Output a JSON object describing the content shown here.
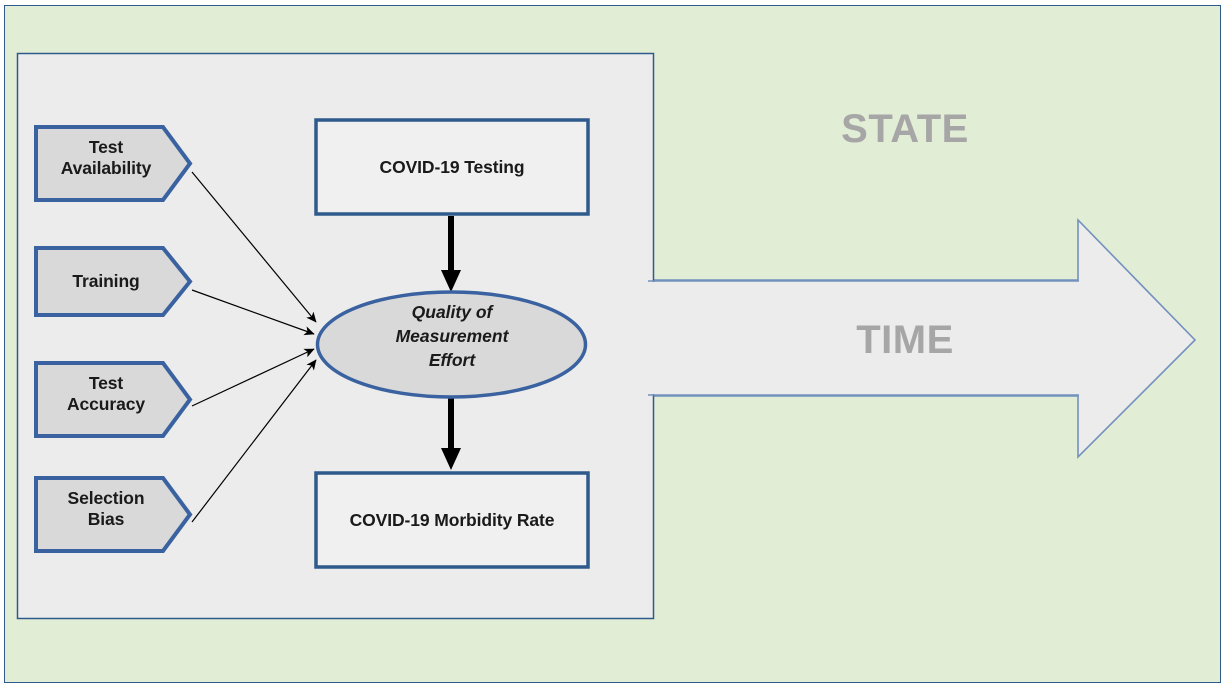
{
  "diagram": {
    "title_words": {
      "state": "STATE",
      "time": "TIME"
    },
    "colors": {
      "outer_background": "#e2edd6",
      "panel_background": "#ececec",
      "shape_border": "#3a62a0",
      "pentagon_fill": "#d9d9d9",
      "box_fill": "#f0f0f0",
      "ellipse_fill": "#d9d9d9",
      "arrow_fill": "#ececec",
      "arrow_border": "#7391bd",
      "big_word_color": "#a6a6a6",
      "connector_color": "#000000",
      "frame_border": "#2e5b8c"
    },
    "inputs": [
      {
        "id": "test-availability",
        "label": "Test\nAvailability"
      },
      {
        "id": "training",
        "label": "Training"
      },
      {
        "id": "test-accuracy",
        "label": "Test\nAccuracy"
      },
      {
        "id": "selection-bias",
        "label": "Selection\nBias"
      }
    ],
    "nodes": {
      "top_box": {
        "id": "covid-19-testing",
        "label": "COVID-19 Testing"
      },
      "center_ellipse": {
        "id": "quality-of-measurement-effort",
        "label": "Quality of\nMeasurement\nEffort"
      },
      "bottom_box": {
        "id": "covid-19-morbidity-rate",
        "label": "COVID-19 Morbidity Rate"
      }
    },
    "edges": [
      {
        "from": "test-availability",
        "to": "quality-of-measurement-effort",
        "style": "thin-arrow"
      },
      {
        "from": "training",
        "to": "quality-of-measurement-effort",
        "style": "thin-arrow"
      },
      {
        "from": "test-accuracy",
        "to": "quality-of-measurement-effort",
        "style": "thin-arrow"
      },
      {
        "from": "selection-bias",
        "to": "quality-of-measurement-effort",
        "style": "thin-arrow"
      },
      {
        "from": "covid-19-testing",
        "to": "quality-of-measurement-effort",
        "style": "thick-arrow"
      },
      {
        "from": "quality-of-measurement-effort",
        "to": "covid-19-morbidity-rate",
        "style": "thick-arrow"
      }
    ]
  }
}
